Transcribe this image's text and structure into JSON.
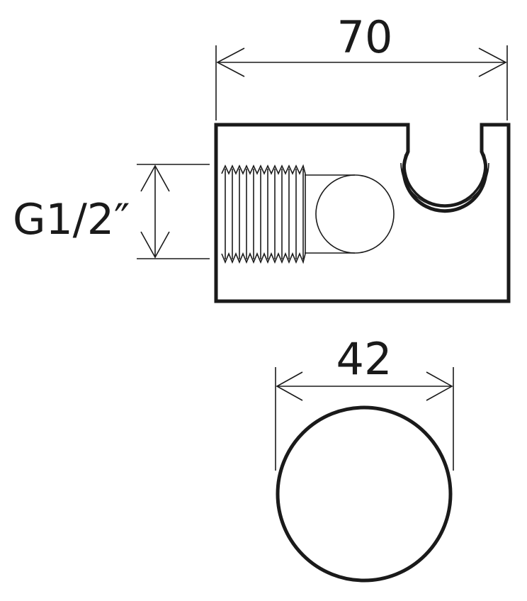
{
  "dimensions": {
    "width_label": "70",
    "thread_label": "G1/2″",
    "diameter_label": "42"
  },
  "colors": {
    "line": "#1a1a1a",
    "background": "#ffffff"
  }
}
